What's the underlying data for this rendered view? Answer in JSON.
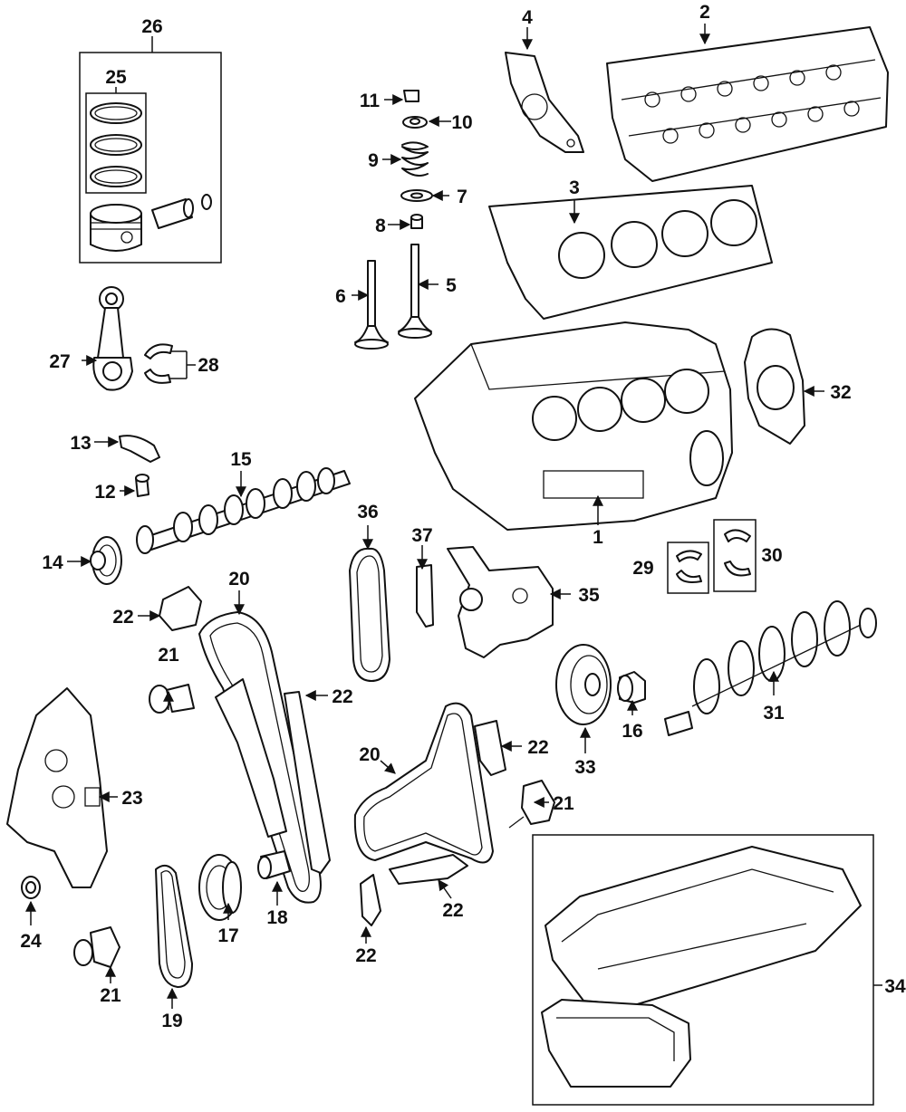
{
  "diagram": {
    "callouts": {
      "c1": "1",
      "c2": "2",
      "c3": "3",
      "c4": "4",
      "c5": "5",
      "c6": "6",
      "c7": "7",
      "c8": "8",
      "c9": "9",
      "c10": "10",
      "c11": "11",
      "c12": "12",
      "c13": "13",
      "c14": "14",
      "c15": "15",
      "c16": "16",
      "c17": "17",
      "c18": "18",
      "c19": "19",
      "c20a": "20",
      "c20b": "20",
      "c21a": "21",
      "c21b": "21",
      "c21c": "21",
      "c22a": "22",
      "c22b": "22",
      "c22c": "22",
      "c22d": "22",
      "c22e": "22",
      "c23": "23",
      "c24": "24",
      "c25": "25",
      "c26": "26",
      "c27": "27",
      "c28": "28",
      "c29": "29",
      "c30": "30",
      "c31": "31",
      "c32": "32",
      "c33": "33",
      "c34": "34",
      "c35": "35",
      "c36": "36",
      "c37": "37"
    },
    "colors": {
      "line": "#111111",
      "background": "#ffffff"
    }
  }
}
